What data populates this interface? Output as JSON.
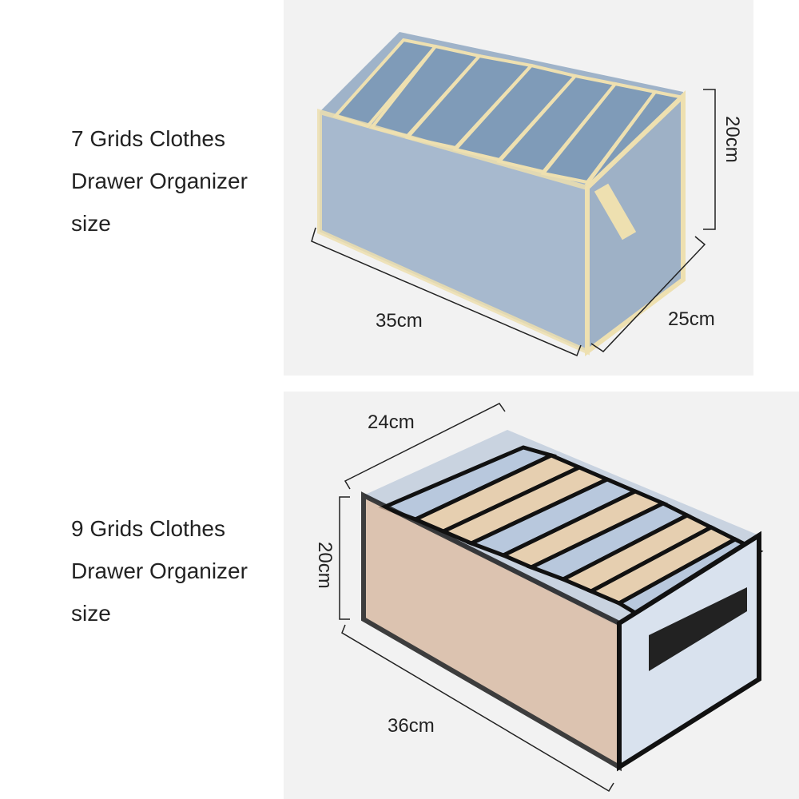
{
  "product1": {
    "title_lines": [
      "7 Grids Clothes",
      "Drawer Organizer",
      "size"
    ],
    "length": "35cm",
    "width": "25cm",
    "height": "20cm",
    "trim_color": "#eee0b0",
    "clothes_color": "#7f9bb8"
  },
  "product2": {
    "title_lines": [
      "9 Grids Clothes",
      "Drawer Organizer",
      "size"
    ],
    "length": "36cm",
    "width": "24cm",
    "height": "20cm",
    "trim_color": "#111111"
  }
}
